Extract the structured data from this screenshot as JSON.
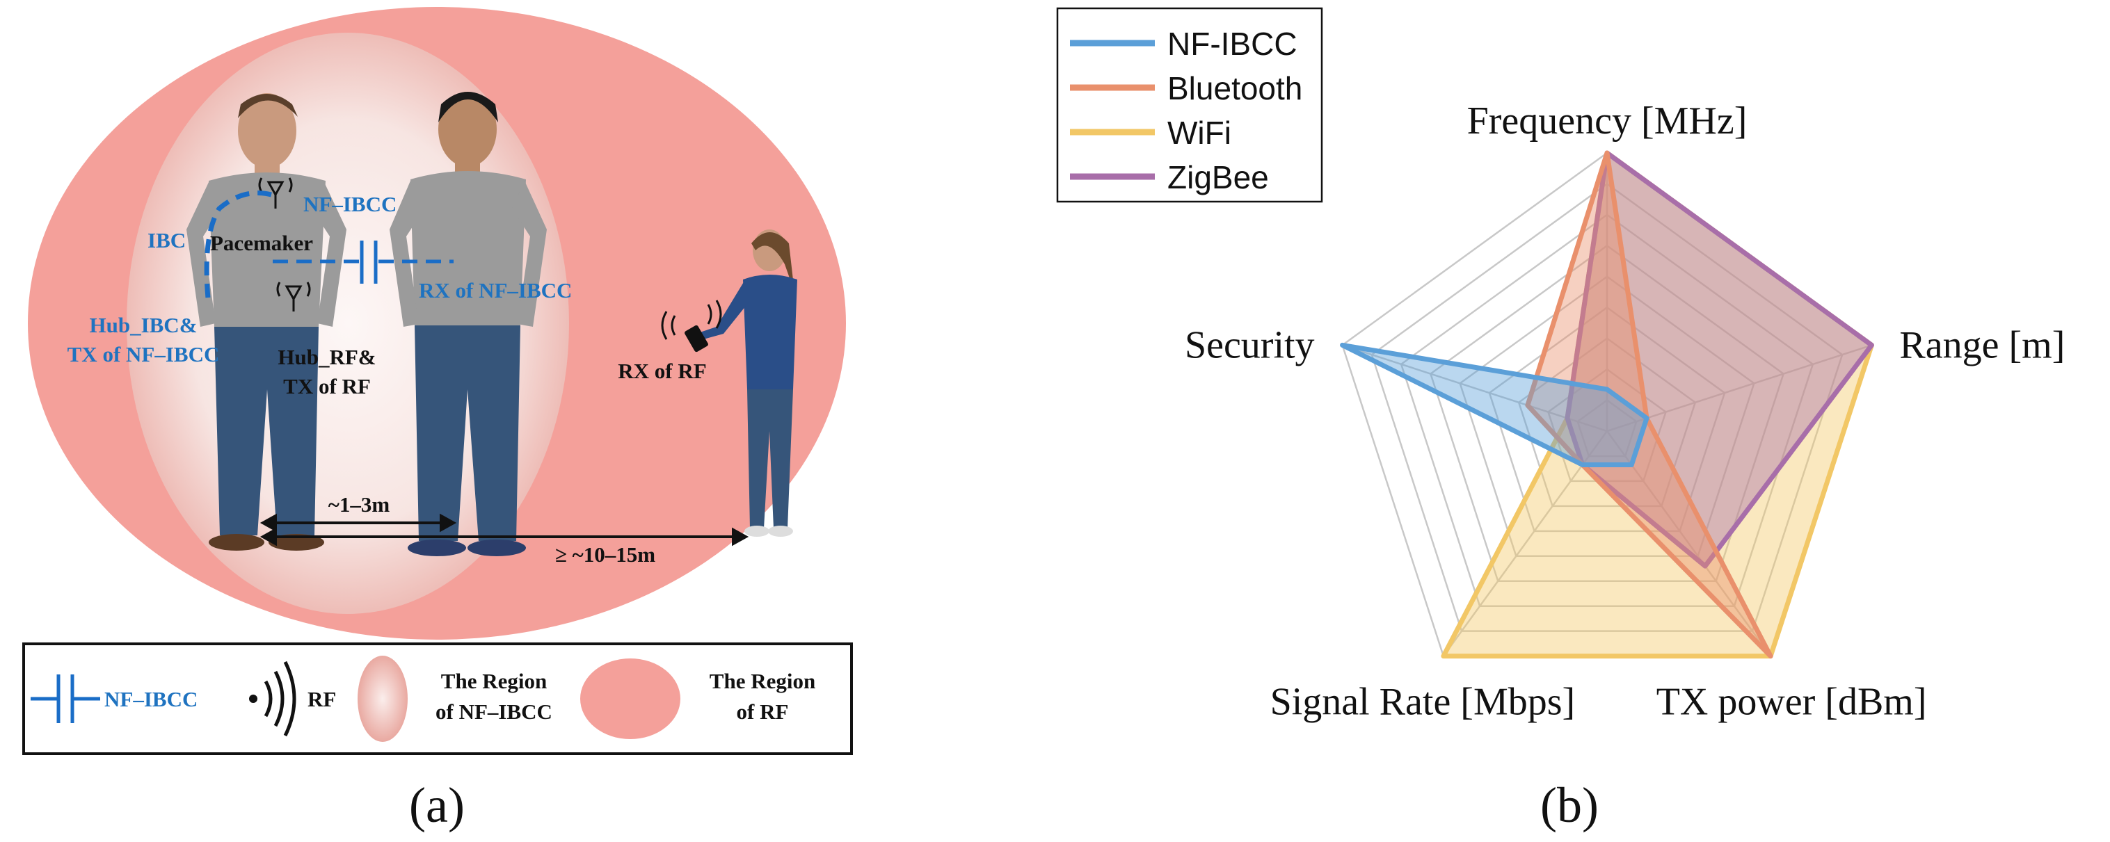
{
  "panel_a": {
    "caption": "(a)",
    "labels": {
      "nf_ibcc_top": "NF–IBCC",
      "ibc": "IBC",
      "pacemaker": "Pacemaker",
      "rx_nf_ibcc": "RX of NF–IBCC",
      "hub_ibc_line1": "Hub_IBC&",
      "hub_ibc_line2": "TX of NF–IBCC",
      "hub_rf_line1": "Hub_RF&",
      "hub_rf_line2": "TX of RF",
      "rx_rf": "RX of RF",
      "dist_short": "~1–3m",
      "dist_long": "≥ ~10–15m"
    },
    "legend": {
      "nf_ibcc": "NF–IBCC",
      "rf": "RF",
      "region_nf_line1": "The Region",
      "region_nf_line2": "of NF–IBCC",
      "region_rf_line1": "The Region",
      "region_rf_line2": "of RF"
    },
    "colors": {
      "rf_region": "#f4a09a",
      "nf_region_edge": "#f6d6d2",
      "blue_text": "#1f73c0",
      "blue_line": "#1a6dc7"
    }
  },
  "panel_b": {
    "caption": "(b)"
  },
  "chart_data": {
    "type": "radar",
    "axes": [
      "Frequency [MHz]",
      "Range [m]",
      "TX power [dBm]",
      "Signal Rate [Mbps]",
      "Security"
    ],
    "rings": 9,
    "grid": true,
    "legend_position": "top-left",
    "series": [
      {
        "name": "NF-IBCC",
        "color": "#5b9fd8",
        "values": [
          0.15,
          0.15,
          0.15,
          0.15,
          1.0
        ]
      },
      {
        "name": "Bluetooth",
        "color": "#e9906c",
        "values": [
          1.0,
          0.15,
          1.0,
          0.15,
          0.3
        ]
      },
      {
        "name": "WiFi",
        "color": "#f2c766",
        "values": [
          1.0,
          1.0,
          1.0,
          1.0,
          0.15
        ]
      },
      {
        "name": "ZigBee",
        "color": "#a86ea9",
        "values": [
          1.0,
          1.0,
          0.6,
          0.15,
          0.15
        ]
      }
    ]
  }
}
